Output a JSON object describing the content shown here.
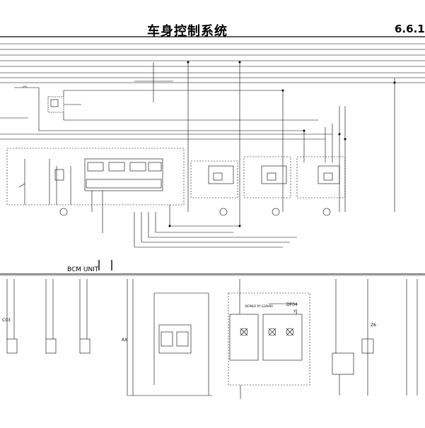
{
  "header": {
    "title": "车身控制系统",
    "section": "6.6.1"
  },
  "labels": {
    "bcm_unit": "BCM UNIT",
    "ax": "AX",
    "yj": "YJ",
    "c03": "C03",
    "z6": "Z6",
    "df04": "DF04",
    "bcm4_1": "BCM4/1 RY G3AV00"
  }
}
